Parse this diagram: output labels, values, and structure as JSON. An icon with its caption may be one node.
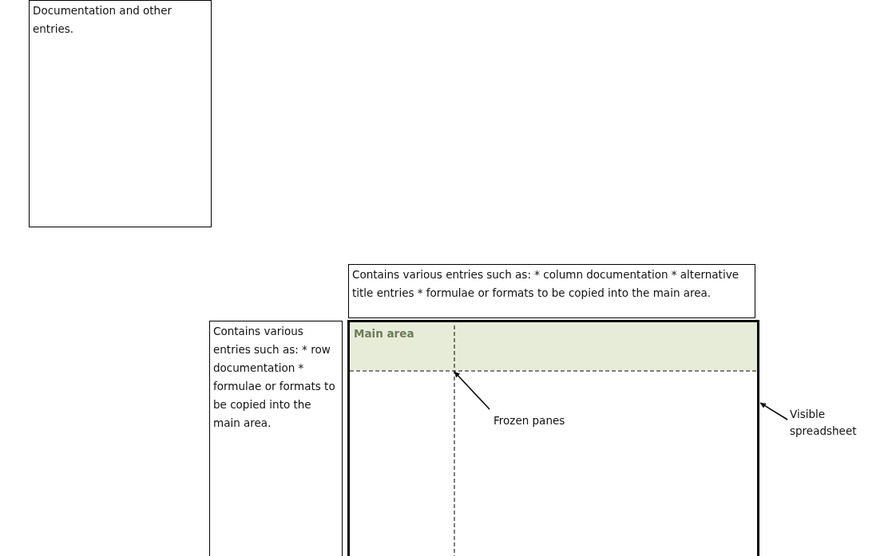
{
  "diagram": {
    "nodes": [
      {
        "text": [
          "Documentation and other entries."
        ]
      },
      {
        "text": [
          "Contains various entries such as: * column documentation * alternative title entries * formulae or formats to be copied into the main area."
        ]
      },
      {
        "text": [
          "Contains various entries such as: * row documentation * formulae or formats to be copied into the main area."
        ]
      },
      {
        "text": [
          "Main area"
        ]
      },
      {
        "text": [
          "Frozen panes"
        ],
        "in": 3
      },
      {
        "text": [
          "Visible spreadsheet"
        ]
      }
    ],
    "edges": [
      {
        "from": 4,
        "to": 3,
        "arrow": "to"
      },
      {
        "from": 5,
        "to": 3,
        "arrow": "to"
      }
    ]
  }
}
